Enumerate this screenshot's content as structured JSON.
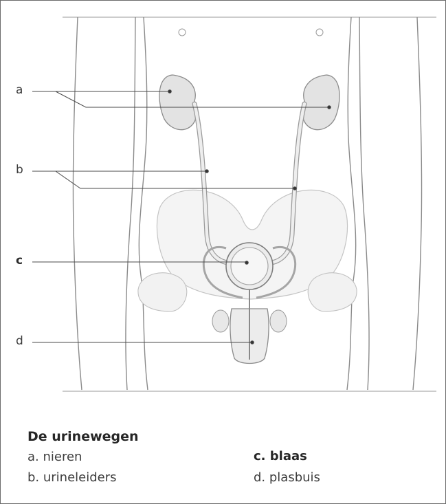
{
  "caption": {
    "title": "De urinewegen",
    "items": [
      {
        "text": "a. nieren",
        "bold": false
      },
      {
        "text": "b. urineleiders",
        "bold": false
      },
      {
        "text": "c. blaas",
        "bold": true
      },
      {
        "text": "d. plasbuis",
        "bold": false
      }
    ]
  },
  "markers": [
    {
      "letter": "a",
      "bold": false
    },
    {
      "letter": "b",
      "bold": false
    },
    {
      "letter": "c",
      "bold": true
    },
    {
      "letter": "d",
      "bold": false
    }
  ]
}
